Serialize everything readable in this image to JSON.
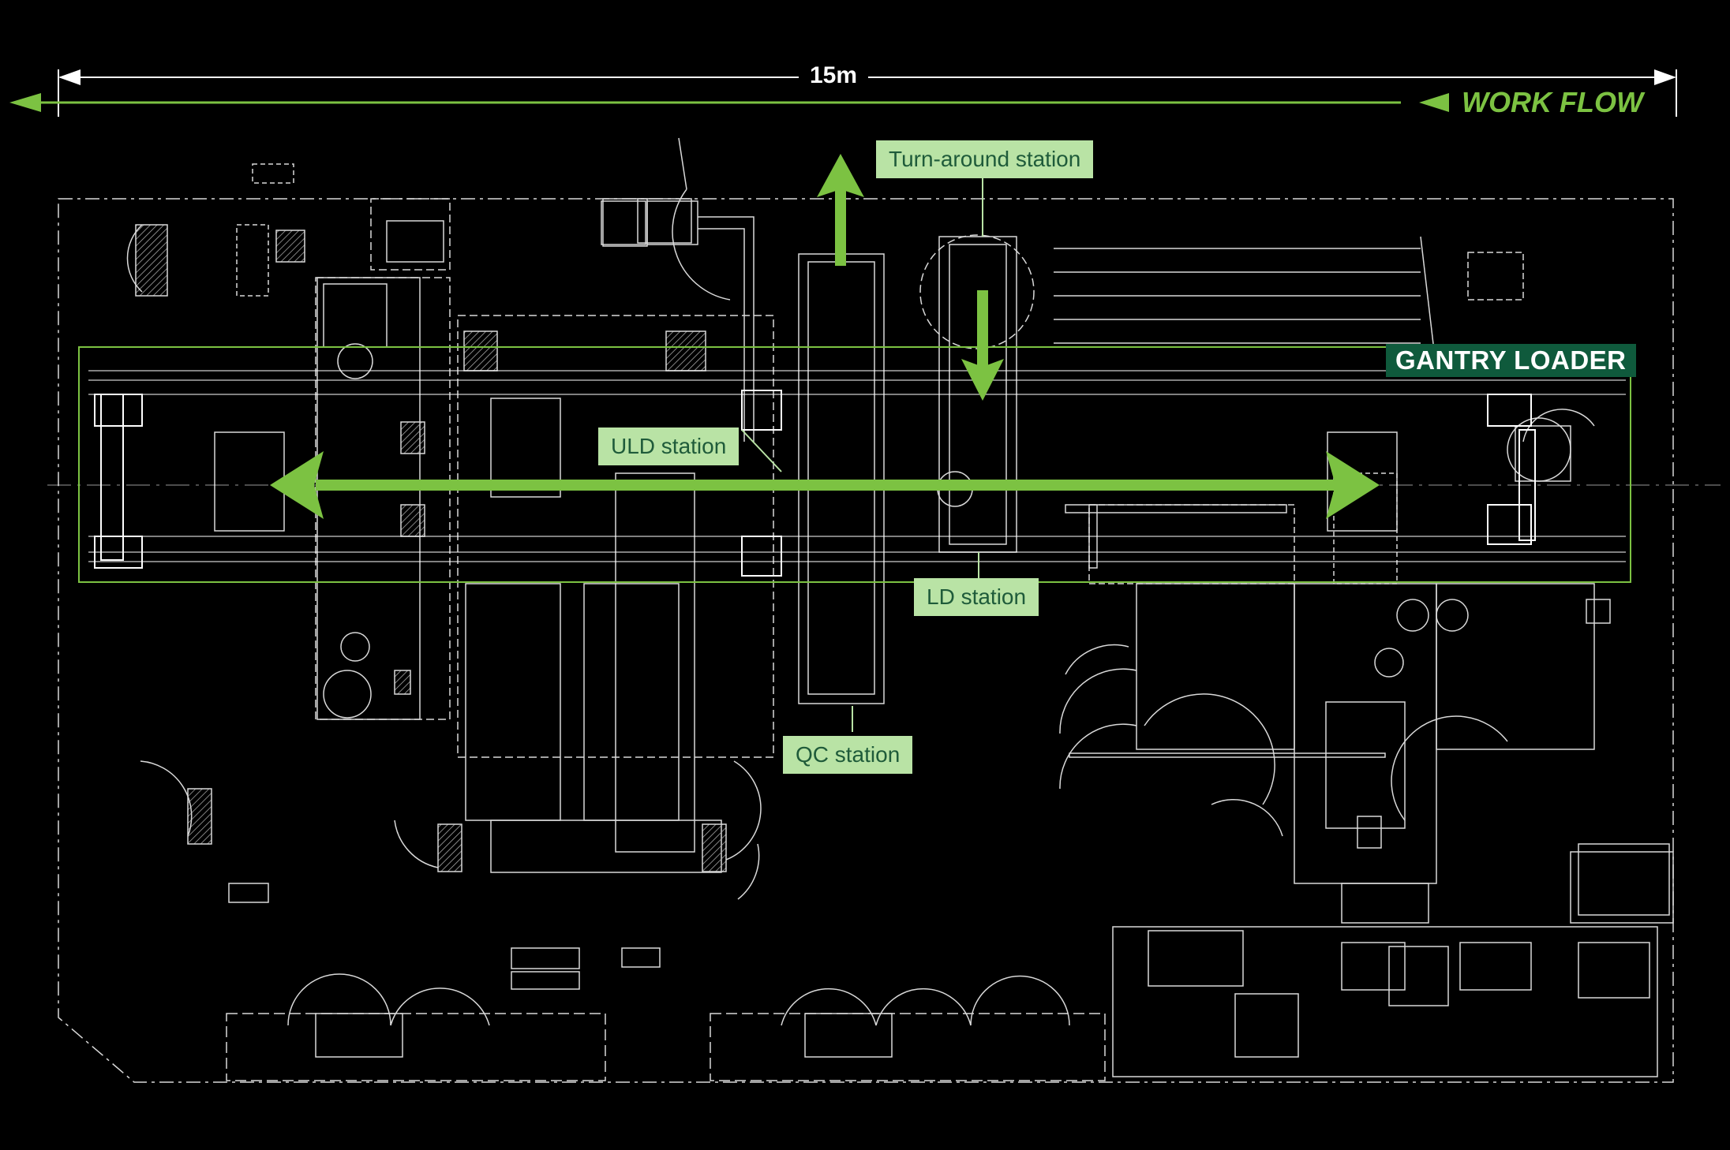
{
  "dimension": {
    "label": "15m"
  },
  "work_flow": {
    "label": "WORK FLOW"
  },
  "labels": {
    "turn_around": "Turn-around station",
    "uld": "ULD station",
    "ld": "LD station",
    "qc": "QC station",
    "gantry": "GANTRY LOADER"
  },
  "colors": {
    "background": "#000000",
    "line_art": "#ffffff",
    "accent_green": "#7cc242",
    "label_fill": "#b9e3a5",
    "label_text": "#1f5b3a",
    "gantry_fill": "#0f5a3c"
  }
}
